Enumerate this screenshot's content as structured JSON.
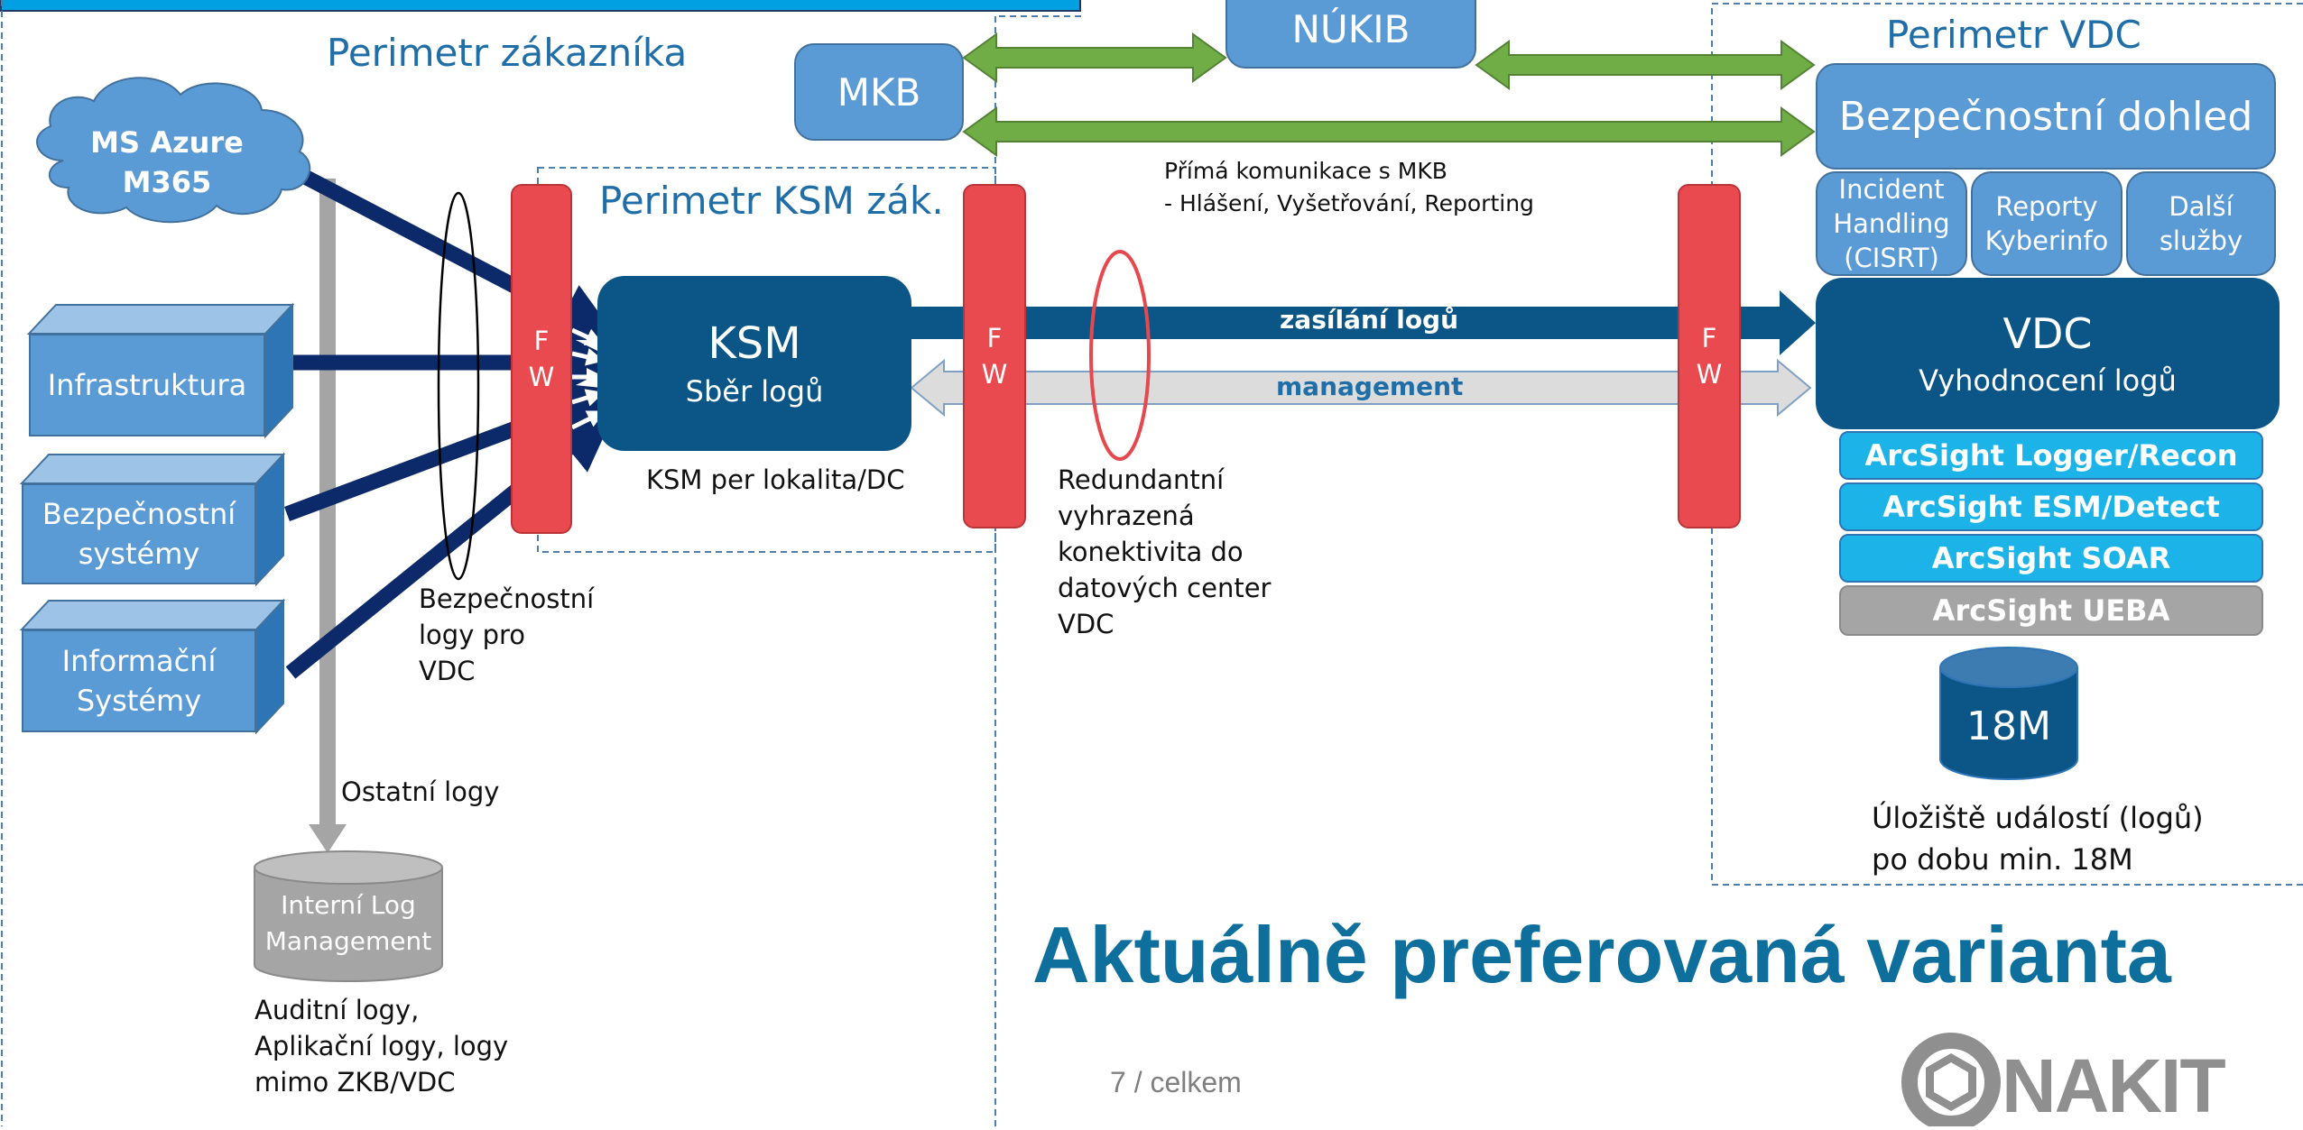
{
  "perimeters": {
    "customer_title": "Perimetr zákazníka",
    "vdc_title": "Perimetr VDC",
    "ksm_title": "Perimetr KSM zák."
  },
  "sources": {
    "azure_line1": "MS Azure",
    "azure_line2": "M365",
    "infrastructure": "Infrastruktura",
    "security_line1": "Bezpečnostní",
    "security_line2": "systémy",
    "info_line1": "Informační",
    "info_line2": "Systémy"
  },
  "authorities": {
    "mkb": "MKB",
    "nukib": "NÚKIB"
  },
  "comm": {
    "line1": "Přímá komunikace  s MKB",
    "line2": "- Hlášení, Vyšetřování, Reporting"
  },
  "firewall": {
    "line1": "F",
    "line2": "W"
  },
  "ksm": {
    "title": "KSM",
    "subtitle": "Sběr logů",
    "caption": "KSM per lokalita/DC"
  },
  "flows": {
    "sending_logs": "zasílání logů",
    "management": "management"
  },
  "security_logs_label": [
    "Bezpečnostní",
    "logy pro",
    "VDC"
  ],
  "other_logs_label": "Ostatní logy",
  "internal_log": {
    "line1": "Interní Log",
    "line2": "Management"
  },
  "internal_log_caption": [
    "Auditní logy,",
    "Aplikační logy, logy",
    "mimo ZKB/VDC"
  ],
  "redundant_label": [
    "Redundantní",
    "vyhrazená",
    "konektivita do",
    "datových center",
    "VDC"
  ],
  "vdc": {
    "oversight": "Bezpečnostní dohled",
    "services": [
      [
        "Incident",
        "Handling",
        "(CISRT)"
      ],
      [
        "Reporty",
        "Kyberinfo"
      ],
      [
        "Další",
        "služby"
      ]
    ],
    "title": "VDC",
    "subtitle": "Vyhodnocení logů",
    "products": [
      {
        "label": "ArcSight Logger/Recon",
        "color": "#1cb4e8"
      },
      {
        "label": "ArcSight ESM/Detect",
        "color": "#1cb4e8"
      },
      {
        "label": "ArcSight SOAR",
        "color": "#1cb4e8"
      },
      {
        "label": "ArcSight UEBA",
        "color": "#a5a5a5"
      }
    ],
    "storage_label": "18M",
    "storage_caption": [
      "Úložiště událostí (logů)",
      "po dobu min. 18M"
    ]
  },
  "headline": "Aktuálně preferovaná varianta",
  "page_indicator": "7 / celkem",
  "logo_text": "NAKIT",
  "colors": {
    "light_blue": "#5b9bd5",
    "dark_blue": "#0b5687",
    "firewall_red": "#e84a4f",
    "green_arrow": "#70ad47",
    "navy_arrow": "#0c2a6a",
    "headline": "#0e6f9c"
  }
}
